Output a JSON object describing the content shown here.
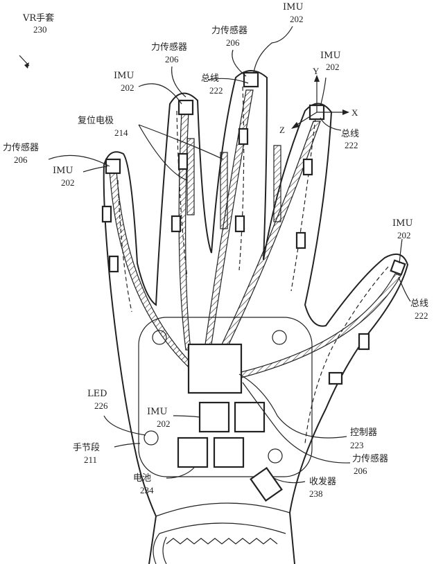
{
  "title": {
    "name": "VR手套",
    "ref": "230"
  },
  "axes": {
    "x": "X",
    "y": "Y",
    "z": "Z"
  },
  "labels": [
    {
      "name": "IMU",
      "ref": "202"
    },
    {
      "name": "力传感器",
      "ref": "206"
    },
    {
      "name": "力传感器",
      "ref": "206"
    },
    {
      "name": "IMU",
      "ref": "202"
    },
    {
      "name": "IMU",
      "ref": "202"
    },
    {
      "name": "总线",
      "ref": "222"
    },
    {
      "name": "复位电极",
      "ref": "214"
    },
    {
      "name": "总线",
      "ref": "222"
    },
    {
      "name": "力传感器",
      "ref": "206"
    },
    {
      "name": "IMU",
      "ref": "202"
    },
    {
      "name": "IMU",
      "ref": "202"
    },
    {
      "name": "总线",
      "ref": "222"
    },
    {
      "name": "LED",
      "ref": "226"
    },
    {
      "name": "IMU",
      "ref": "202"
    },
    {
      "name": "控制器",
      "ref": "223"
    },
    {
      "name": "手节段",
      "ref": "211"
    },
    {
      "name": "力传感器",
      "ref": "206"
    },
    {
      "name": "电池",
      "ref": "234"
    },
    {
      "name": "收发器",
      "ref": "238"
    }
  ]
}
